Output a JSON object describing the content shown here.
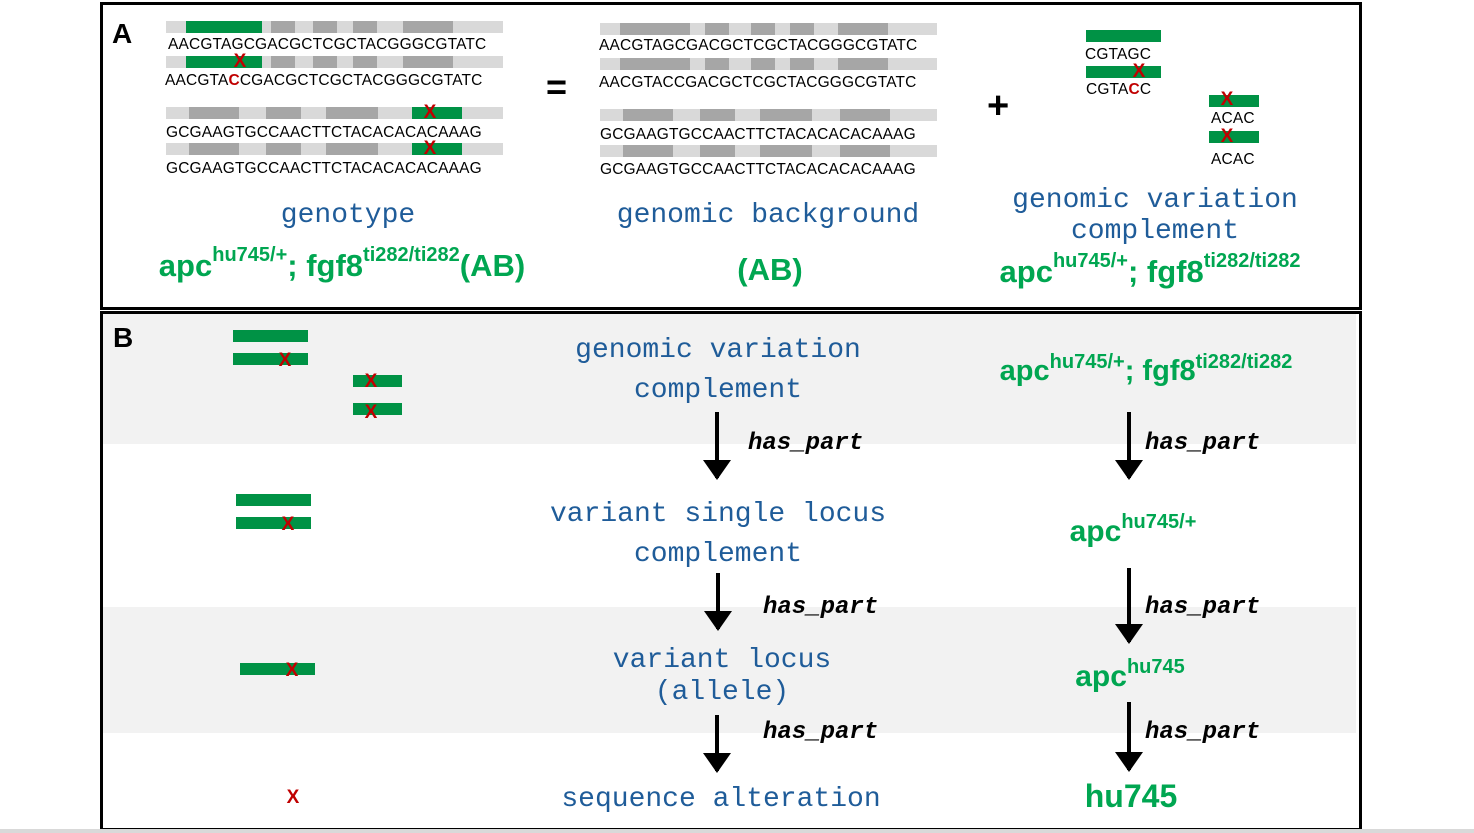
{
  "panel_a": {
    "label": "A",
    "genotype": {
      "seq1": "AACGTAGCGACGCTCGCTACGGGCGTATC",
      "seq2_prefix": "AACGTA",
      "seq2_mut": "C",
      "seq2_suffix": "CGACGCTCGCTACGGGCGTATC",
      "seq3": "GCGAAGTGCCAACTTCTACACACACAAAG",
      "seq4": "GCGAAGTGCCAACTTCTACACACACAAAG",
      "title": "genotype",
      "name_base1": "apc",
      "name_sup1": "hu745/+",
      "name_mid": "; fgf8",
      "name_sup2": "ti282/ti282",
      "name_tail": "(AB)"
    },
    "equals": "=",
    "background": {
      "seq1": "AACGTAGCGACGCTCGCTACGGGCGTATC",
      "seq2": "AACGTACCGACGCTCGCTACGGGCGTATC",
      "seq3": "GCGAAGTGCCAACTTCTACACACACAAAG",
      "seq4": "GCGAAGTGCCAACTTCTACACACACAAAG",
      "title": "genomic background",
      "name": "(AB)"
    },
    "plus": "+",
    "complement": {
      "seq1": "CGTAGC",
      "seq2_prefix": "CGTA",
      "seq2_mut": "C",
      "seq2_suffix": "C",
      "seq3": "ACAC",
      "seq4": "ACAC",
      "title_line1": "genomic variation",
      "title_line2": "complement",
      "name_base1": "apc",
      "name_sup1": "hu745/+",
      "name_mid": "; fgf8",
      "name_sup2": "ti282/ti282"
    },
    "mark": "X"
  },
  "panel_b": {
    "label": "B",
    "mark": "X",
    "levels": [
      {
        "line1": "genomic variation",
        "line2": "complement",
        "name_base": "apc",
        "name_sup": "hu745/+",
        "name_mid": "; fgf8",
        "name_sup2": "ti282/ti282"
      },
      {
        "line1": "variant single locus",
        "line2": "complement",
        "name_base": "apc",
        "name_sup": "hu745/+"
      },
      {
        "line1": "variant locus",
        "line2": "(allele)",
        "name_base": "apc",
        "name_sup": "hu745"
      },
      {
        "line1": "sequence alteration",
        "name_base": "hu745"
      }
    ],
    "relation": "has_part"
  },
  "colors": {
    "green": "#00a651",
    "bar_green": "#009245",
    "blue_text": "#1f5c99",
    "mutation_red": "#c00000",
    "bar_light_gray": "#d9d9d9",
    "bar_dark_gray": "#a6a6a6",
    "band_gray": "#f2f2f2"
  }
}
